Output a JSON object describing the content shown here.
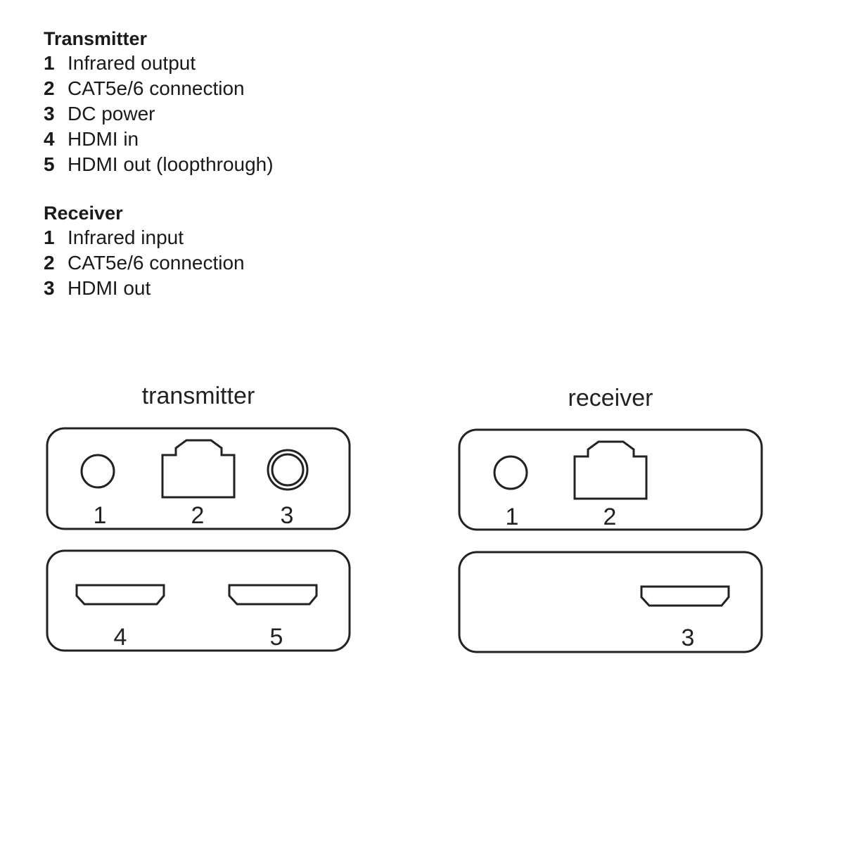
{
  "legend": {
    "transmitter": {
      "heading": "Transmitter",
      "items": [
        {
          "num": "1",
          "label": "Infrared output"
        },
        {
          "num": "2",
          "label": "CAT5e/6 connection"
        },
        {
          "num": "3",
          "label": "DC power"
        },
        {
          "num": "4",
          "label": "HDMI in"
        },
        {
          "num": "5",
          "label": "HDMI out (loopthrough)"
        }
      ]
    },
    "receiver": {
      "heading": "Receiver",
      "items": [
        {
          "num": "1",
          "label": "Infrared input"
        },
        {
          "num": "2",
          "label": "CAT5e/6 connection"
        },
        {
          "num": "3",
          "label": "HDMI out"
        }
      ]
    }
  },
  "diagram": {
    "transmitter": {
      "title": "transmitter",
      "labels": [
        "1",
        "2",
        "3",
        "4",
        "5"
      ]
    },
    "receiver": {
      "title": "receiver",
      "labels": [
        "1",
        "2",
        "3"
      ]
    }
  }
}
